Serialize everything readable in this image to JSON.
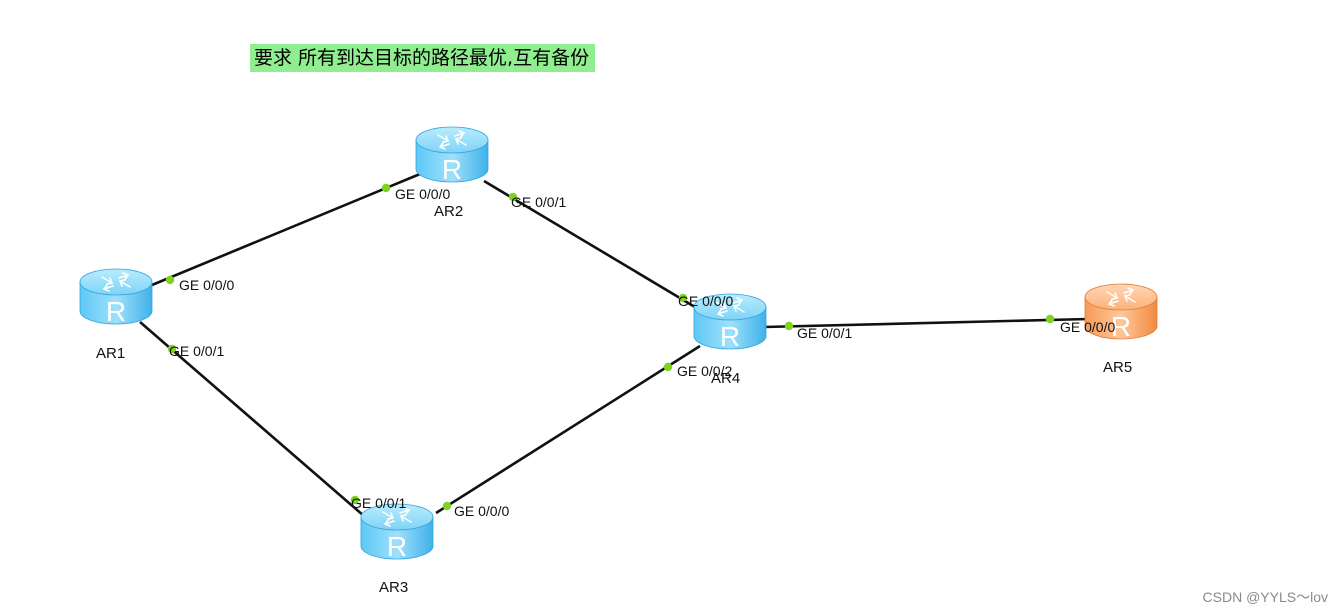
{
  "note": {
    "text": "要求 所有到达目标的路径最优,互有备份",
    "background": "#90ee90"
  },
  "watermark": "CSDN @YYLS～lov",
  "colors": {
    "router_blue": "#4fc3f7",
    "router_orange": "#ff9f55",
    "link": "#111111",
    "port_dot": "#7ed321"
  },
  "routers": [
    {
      "id": "ar1",
      "name": "AR1",
      "color": "blue",
      "icon": "router-icon"
    },
    {
      "id": "ar2",
      "name": "AR2",
      "color": "blue",
      "icon": "router-icon"
    },
    {
      "id": "ar3",
      "name": "AR3",
      "color": "blue",
      "icon": "router-icon"
    },
    {
      "id": "ar4",
      "name": "AR4",
      "color": "blue",
      "icon": "router-icon"
    },
    {
      "id": "ar5",
      "name": "AR5",
      "color": "orange",
      "icon": "router-icon"
    }
  ],
  "links": [
    {
      "from": "AR1",
      "from_port": "GE 0/0/0",
      "to": "AR2",
      "to_port": "GE 0/0/0"
    },
    {
      "from": "AR1",
      "from_port": "GE 0/0/1",
      "to": "AR3",
      "to_port": "GE 0/0/1"
    },
    {
      "from": "AR2",
      "from_port": "GE 0/0/1",
      "to": "AR4",
      "to_port": "GE 0/0/0"
    },
    {
      "from": "AR3",
      "from_port": "GE 0/0/0",
      "to": "AR4",
      "to_port": "GE 0/0/2"
    },
    {
      "from": "AR4",
      "from_port": "GE 0/0/1",
      "to": "AR5",
      "to_port": "GE 0/0/0"
    }
  ]
}
